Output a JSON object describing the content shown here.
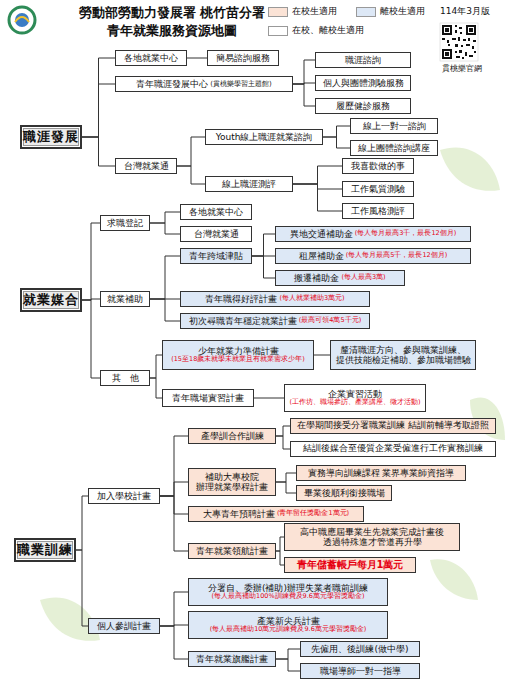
{
  "diagram": {
    "title": "勞動部勞動力發展署 桃竹苗分署 青年就業服務資源地圖",
    "nodes": [
      {
        "text": [
          "職涯發展"
        ]
      },
      {
        "text": [
          "各地就業中心"
        ]
      },
      {
        "text": [
          "簡易諮詢服務"
        ]
      },
      {
        "text": [
          "青年職涯發展中心",
          "(貫桃樂學習主題館)"
        ]
      },
      {
        "text": [
          "職涯諮詢"
        ]
      },
      {
        "text": [
          "個人與團體測驗服務"
        ]
      },
      {
        "text": [
          "履歷健診服務"
        ]
      },
      {
        "text": [
          "台灣就業通"
        ]
      },
      {
        "text": [
          "Youth線上職涯就業諮詢"
        ]
      },
      {
        "text": [
          "線上一對一諮詢"
        ]
      },
      {
        "text": [
          "線上團體諮詢講座"
        ]
      },
      {
        "text": [
          "線上職涯測評"
        ]
      },
      {
        "text": [
          "我喜歡做的事"
        ]
      },
      {
        "text": [
          "工作氣質測驗"
        ]
      },
      {
        "text": [
          "工作風格測評"
        ]
      },
      {
        "text": [
          "就業媒合"
        ]
      },
      {
        "text": [
          "求職登記"
        ]
      },
      {
        "text": [
          "各地就業中心"
        ]
      },
      {
        "text": [
          "台灣就業通"
        ]
      },
      {
        "text": [
          "就業補助"
        ]
      },
      {
        "text": [
          "青年跨域津貼"
        ]
      },
      {
        "text": [
          "異地交通補助金",
          "(每人每月最高3千，最長12個月)"
        ]
      },
      {
        "text": [
          "租屋補助金",
          "(每人每月最高5千，最長12個月)"
        ]
      },
      {
        "text": [
          "搬遷補助金",
          "(每人最高3萬)"
        ]
      },
      {
        "text": [
          "青年職得好評計畫",
          "(每人就業補助3萬元)"
        ]
      },
      {
        "text": [
          "初次尋職青年穩定就業計畫",
          "(最高可領4萬5千元)"
        ]
      },
      {
        "text": [
          "其　他"
        ]
      },
      {
        "text": [
          "少年就業力準備計畫",
          "(15至18歲未就學未就業且有就業需求少年)"
        ]
      },
      {
        "text": [
          "釐清職涯方向、參與職業訓練、 提供技能檢定補助、參加職場體驗"
        ]
      },
      {
        "text": [
          "青年職場實習計畫"
        ]
      },
      {
        "text": [
          "企業實習活動",
          "(工作坊、職場參訪、產業講座、徵才活動)"
        ]
      },
      {
        "text": [
          "職業訓練"
        ]
      },
      {
        "text": [
          "加入學校計畫"
        ]
      },
      {
        "text": [
          "產學訓合作訓練"
        ]
      },
      {
        "text": [
          "在學期間接受分署職業訓練 結訓前輔導考取證照"
        ]
      },
      {
        "text": [
          "結訓後媒合至優質企業受僱進行工作實務訓練"
        ]
      },
      {
        "text": [
          "補助大專校院 辦理就業學程計畫"
        ]
      },
      {
        "text": [
          "實務導向訓練課程 業界專業師資指導"
        ]
      },
      {
        "text": [
          "畢業後順利銜接職場"
        ]
      },
      {
        "text": [
          "大專青年預聘計畫",
          "(青年留任獎勵金1萬元)"
        ]
      },
      {
        "text": [
          "青年就業領航計畫"
        ]
      },
      {
        "text": [
          "高中職應屆畢業生先就業完成計畫後 透過特殊進才管道再升學"
        ]
      },
      {
        "text": [
          "青年儲蓄帳戶每月1萬元"
        ]
      },
      {
        "text": [
          "個人參訓計畫"
        ]
      },
      {
        "text": [
          "分署自、委辦(補助)辦理失業者職前訓練",
          "(每人最高補助100%訓練費及9.6萬元學習獎勵金)"
        ]
      },
      {
        "text": [
          "產業新尖兵計畫",
          "(每人最高補助10萬元訓練費及9.6萬元學習獎勵金)"
        ]
      },
      {
        "text": [
          "青年就業旗艦計畫"
        ]
      },
      {
        "text": [
          "先僱用、後訓練(做中學)"
        ]
      },
      {
        "text": [
          "職場導師一對一指導"
        ]
      }
    ],
    "edges": [
      {
        "from": 0,
        "to": 1,
        "arrow": "none"
      },
      {
        "from": 0,
        "to": 3,
        "arrow": "none"
      },
      {
        "from": 0,
        "to": 7,
        "arrow": "none"
      },
      {
        "from": 1,
        "to": 2,
        "arrow": "none"
      },
      {
        "from": 3,
        "to": 4,
        "arrow": "none"
      },
      {
        "from": 3,
        "to": 5,
        "arrow": "none"
      },
      {
        "from": 3,
        "to": 6,
        "arrow": "none"
      },
      {
        "from": 7,
        "to": 8,
        "arrow": "none"
      },
      {
        "from": 7,
        "to": 11,
        "arrow": "none"
      },
      {
        "from": 8,
        "to": 9,
        "arrow": "none"
      },
      {
        "from": 8,
        "to": 10,
        "arrow": "none"
      },
      {
        "from": 11,
        "to": 12,
        "arrow": "none"
      },
      {
        "from": 11,
        "to": 13,
        "arrow": "none"
      },
      {
        "from": 11,
        "to": 14,
        "arrow": "none"
      },
      {
        "from": 15,
        "to": 16,
        "arrow": "none"
      },
      {
        "from": 15,
        "to": 19,
        "arrow": "none"
      },
      {
        "from": 15,
        "to": 26,
        "arrow": "none"
      },
      {
        "from": 16,
        "to": 17,
        "arrow": "none"
      },
      {
        "from": 16,
        "to": 18,
        "arrow": "none"
      },
      {
        "from": 19,
        "to": 20,
        "arrow": "none"
      },
      {
        "from": 19,
        "to": 24,
        "arrow": "none"
      },
      {
        "from": 19,
        "to": 25,
        "arrow": "none"
      },
      {
        "from": 20,
        "to": 21,
        "arrow": "none"
      },
      {
        "from": 20,
        "to": 22,
        "arrow": "none"
      },
      {
        "from": 20,
        "to": 23,
        "arrow": "none"
      },
      {
        "from": 26,
        "to": 27,
        "arrow": "none"
      },
      {
        "from": 26,
        "to": 29,
        "arrow": "none"
      },
      {
        "from": 27,
        "to": 28,
        "arrow": "none"
      },
      {
        "from": 29,
        "to": 30,
        "arrow": "none"
      },
      {
        "from": 31,
        "to": 32,
        "arrow": "none"
      },
      {
        "from": 31,
        "to": 43,
        "arrow": "none"
      },
      {
        "from": 32,
        "to": 33,
        "arrow": "none"
      },
      {
        "from": 32,
        "to": 36,
        "arrow": "none"
      },
      {
        "from": 32,
        "to": 39,
        "arrow": "none"
      },
      {
        "from": 32,
        "to": 40,
        "arrow": "none"
      },
      {
        "from": 33,
        "to": 34,
        "arrow": "none"
      },
      {
        "from": 33,
        "to": 35,
        "arrow": "none"
      },
      {
        "from": 36,
        "to": 37,
        "arrow": "none"
      },
      {
        "from": 36,
        "to": 38,
        "arrow": "none"
      },
      {
        "from": 40,
        "to": 41,
        "arrow": "none"
      },
      {
        "from": 40,
        "to": 42,
        "arrow": "none"
      },
      {
        "from": 43,
        "to": 44,
        "arrow": "none"
      },
      {
        "from": 43,
        "to": 45,
        "arrow": "none"
      },
      {
        "from": 43,
        "to": 46,
        "arrow": "none"
      },
      {
        "from": 46,
        "to": 47,
        "arrow": "none"
      },
      {
        "from": 46,
        "to": 48,
        "arrow": "none"
      }
    ],
    "labels": [
      "114年3月版",
      "貫桃樂官網"
    ],
    "legend": [
      {
        "text": "在校生適用",
        "color": "#fbe3d6"
      },
      {
        "text": "離校生適用",
        "color": "#dde8f6"
      },
      {
        "text": "在校、離校生適用",
        "color": "#ffffff"
      }
    ]
  }
}
